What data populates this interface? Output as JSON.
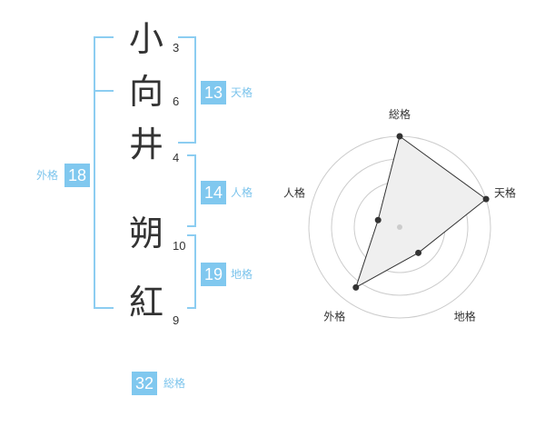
{
  "name": {
    "characters": [
      {
        "char": "小",
        "strokes": "3"
      },
      {
        "char": "向",
        "strokes": "6"
      },
      {
        "char": "井",
        "strokes": "4"
      },
      {
        "char": "朔",
        "strokes": "10"
      },
      {
        "char": "紅",
        "strokes": "9"
      }
    ]
  },
  "fortune": {
    "tenkaku": {
      "value": "13",
      "label": "天格"
    },
    "jinkaku": {
      "value": "14",
      "label": "人格"
    },
    "chikaku": {
      "value": "19",
      "label": "地格"
    },
    "gaikaku": {
      "value": "18",
      "label": "外格"
    },
    "soukaku": {
      "value": "32",
      "label": "総格"
    }
  },
  "chart_data": {
    "type": "radar",
    "axes": [
      "総格",
      "天格",
      "地格",
      "外格",
      "人格"
    ],
    "values": [
      1.0,
      1.0,
      0.35,
      0.82,
      0.25
    ],
    "rings": 4,
    "series_color": "#333333",
    "fill_color": "#efefef",
    "ring_color": "#cccccc"
  }
}
